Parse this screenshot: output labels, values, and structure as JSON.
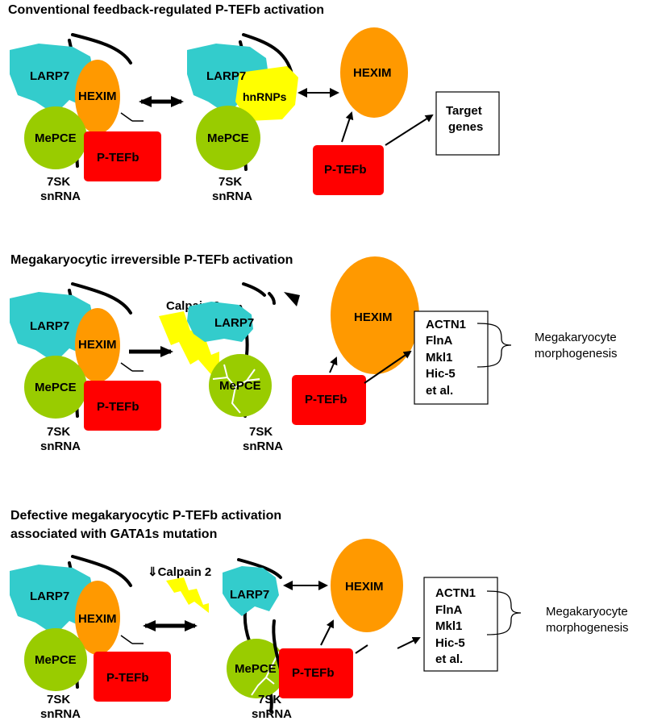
{
  "panels": [
    {
      "title": "Conventional feedback-regulated P-TEFb activation",
      "complex": {
        "larp7": "LARP7",
        "hexim": "HEXIM",
        "mepce": "MePCE",
        "ptefb": "P-TEFb",
        "rna_line1": "7SK",
        "rna_line2": "snRNA"
      },
      "released": {
        "larp7": "LARP7",
        "hnrnps": "hnRNPs",
        "mepce": "MePCE",
        "hexim": "HEXIM",
        "ptefb": "P-TEFb",
        "rna_line1": "7SK",
        "rna_line2": "snRNA"
      },
      "target": {
        "line1": "Target",
        "line2": "genes"
      }
    },
    {
      "title": "Megakaryocytic irreversible P-TEFb activation",
      "complex": {
        "larp7": "LARP7",
        "hexim": "HEXIM",
        "mepce": "MePCE",
        "ptefb": "P-TEFb",
        "rna_line1": "7SK",
        "rna_line2": "snRNA"
      },
      "protease": "Calpain 2",
      "released": {
        "larp7": "LARP7",
        "mepce": "MePCE",
        "hexim": "HEXIM",
        "ptefb": "P-TEFb",
        "rna_line1": "7SK",
        "rna_line2": "snRNA"
      },
      "genes": [
        "ACTN1",
        "FlnA",
        "Mkl1",
        "Hic-5",
        "et al."
      ],
      "outcome_line1": "Megakaryocyte",
      "outcome_line2": "morphogenesis"
    },
    {
      "title_line1": "Defective megakaryocytic P-TEFb activation",
      "title_line2": "associated with GATA1s mutation",
      "complex": {
        "larp7": "LARP7",
        "hexim": "HEXIM",
        "mepce": "MePCE",
        "ptefb": "P-TEFb",
        "rna_line1": "7SK",
        "rna_line2": "snRNA"
      },
      "protease": "⇓Calpain 2",
      "released": {
        "larp7": "LARP7",
        "mepce": "MePCE",
        "hexim": "HEXIM",
        "ptefb": "P-TEFb",
        "rna_line1": "7SK",
        "rna_line2": "snRNA"
      },
      "genes": [
        "ACTN1",
        "FlnA",
        "Mkl1",
        "Hic-5",
        "et al."
      ],
      "outcome_line1": "Megakaryocyte",
      "outcome_line2": "morphogenesis"
    }
  ],
  "colors": {
    "larp7": "#33cccc",
    "hexim": "#ff9900",
    "mepce": "#99cc00",
    "ptefb": "#ff0000",
    "hnrnps": "#ffff00",
    "lightning": "#ffff00"
  }
}
